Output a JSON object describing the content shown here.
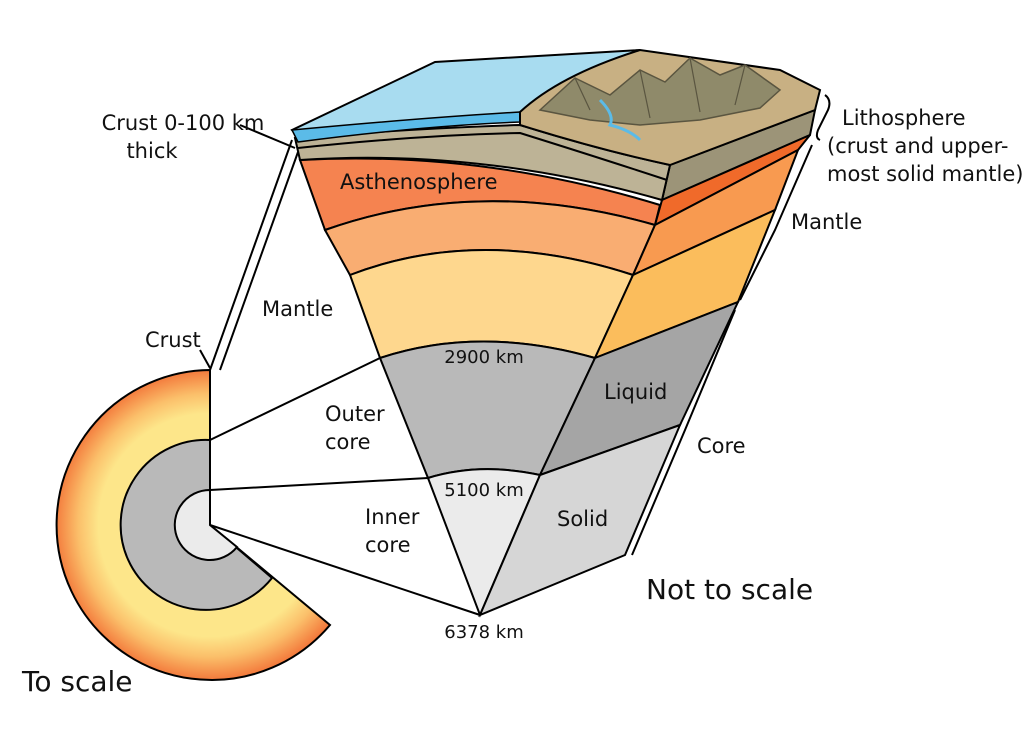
{
  "labels": {
    "crust_thick_line1": "Crust 0-100 km",
    "crust_thick_line2": "thick",
    "lithosphere_line1": "Lithosphere",
    "lithosphere_line2": "(crust and upper-",
    "lithosphere_line3": "most solid mantle)",
    "asthenosphere": "Asthenosphere",
    "mantle_left": "Mantle",
    "mantle_right": "Mantle",
    "crust_small": "Crust",
    "depth_mantle_core": "2900 km",
    "outer_core_line1": "Outer",
    "outer_core_line2": "core",
    "liquid": "Liquid",
    "core": "Core",
    "depth_outer_inner": "5100 km",
    "inner_core_line1": "Inner",
    "inner_core_line2": "core",
    "solid": "Solid",
    "depth_center": "6378 km",
    "not_to_scale": "Not to scale",
    "to_scale": "To scale"
  },
  "colors": {
    "ocean": "#a8dcf0",
    "ocean_edge": "#5bbbe8",
    "crust": "#9c9478",
    "crust_light": "#bdb396",
    "land": "#c8b083",
    "mountain": "#8f8a6a",
    "asthenosphere": "#f58350",
    "asthenosphere_side": "#f06a2a",
    "upper_mantle": "#f9ad72",
    "upper_mantle_side": "#f89a50",
    "lower_mantle": "#fed78e",
    "lower_mantle_side": "#fbbd5c",
    "outer_core": "#b9b9b9",
    "outer_core_side": "#a5a5a5",
    "inner_core": "#ebebeb",
    "inner_core_side": "#d6d6d6"
  }
}
